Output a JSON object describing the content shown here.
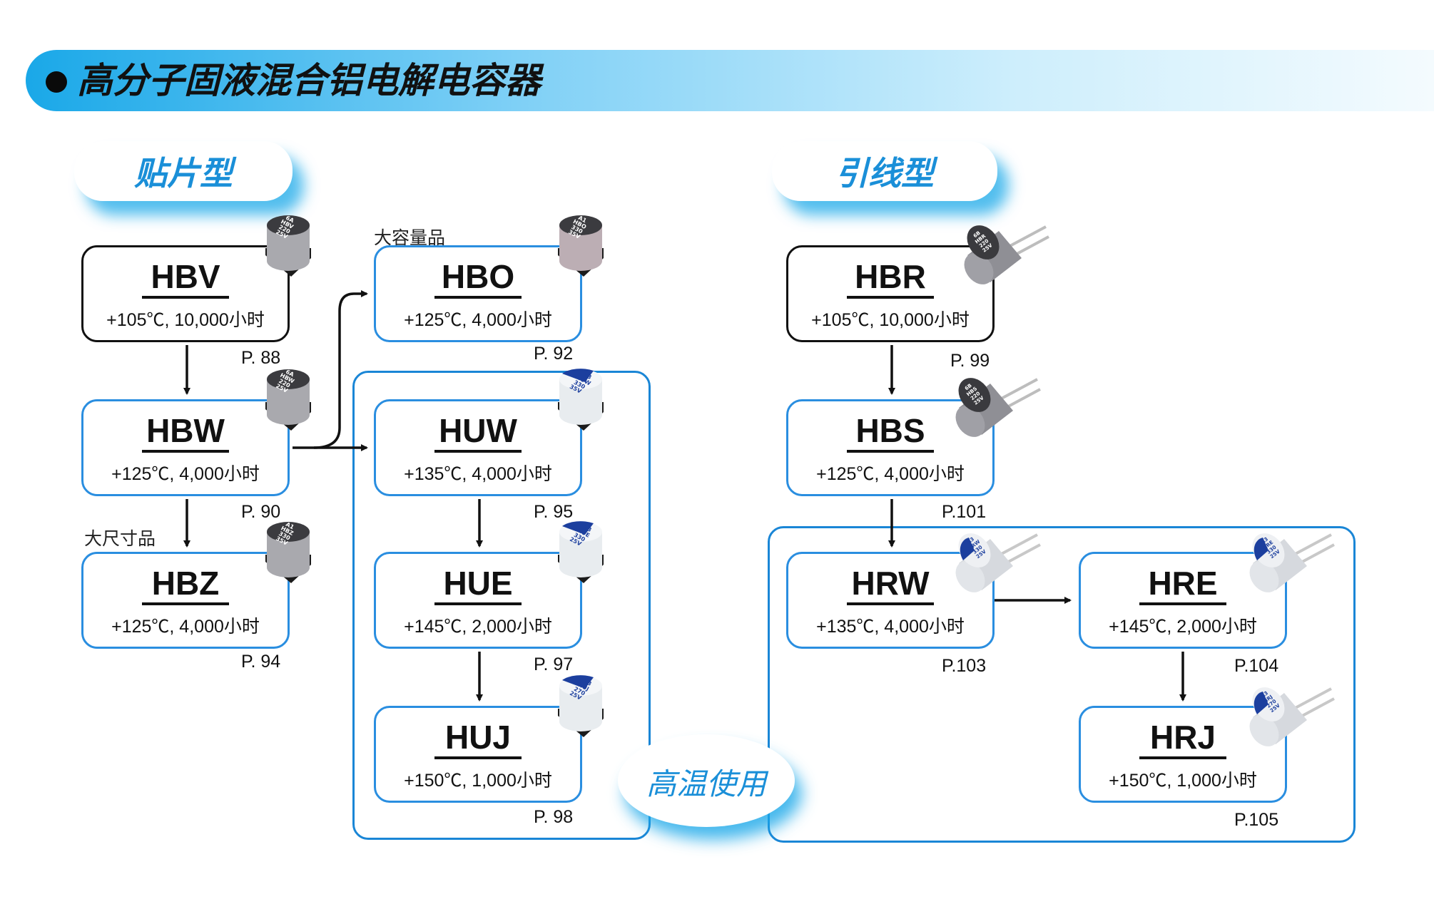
{
  "header": {
    "title": "高分子固液混合铝电解电容器"
  },
  "sections": [
    {
      "label": "贴片型"
    },
    {
      "label": "引线型"
    }
  ],
  "groups": {
    "high_temp_label": "高温使用"
  },
  "notes": {
    "large_capacity": "大容量品",
    "large_size": "大尺寸品"
  },
  "series": {
    "HBV": {
      "code": "HBV",
      "spec": "+105℃, 10,000小时",
      "page": "P. 88",
      "cap_print": [
        "6A",
        "HBV",
        "220",
        "25V"
      ]
    },
    "HBW": {
      "code": "HBW",
      "spec": "+125℃, 4,000小时",
      "page": "P. 90",
      "cap_print": [
        "6A",
        "HBW",
        "220",
        "25V"
      ]
    },
    "HBZ": {
      "code": "HBZ",
      "spec": "+125℃, 4,000小时",
      "page": "P. 94",
      "cap_print": [
        "A1",
        "HBZ",
        "330",
        "35V"
      ]
    },
    "HBO": {
      "code": "HBO",
      "spec": "+125℃, 4,000小时",
      "page": "P. 92",
      "cap_print": [
        "A1",
        "HBO",
        "330",
        "35V"
      ]
    },
    "HUW": {
      "code": "HUW",
      "spec": "+135℃, 4,000小时",
      "page": "P. 95",
      "cap_print": [
        "A3",
        "HUW",
        "330",
        "35V"
      ]
    },
    "HUE": {
      "code": "HUE",
      "spec": "+145℃, 2,000小时",
      "page": "P. 97",
      "cap_print": [
        "A3",
        "HUE",
        "330",
        "25V"
      ]
    },
    "HUJ": {
      "code": "HUJ",
      "spec": "+150℃, 1,000小时",
      "page": "P. 98",
      "cap_print": [
        "A3",
        "HUJ",
        "270",
        "25V"
      ]
    },
    "HBR": {
      "code": "HBR",
      "spec": "+105℃, 10,000小时",
      "page": "P. 99",
      "cap_print": [
        "6B",
        "HBR",
        "220",
        "25V"
      ]
    },
    "HBS": {
      "code": "HBS",
      "spec": "+125℃, 4,000小时",
      "page": "P.101",
      "cap_print": [
        "6B",
        "HBS",
        "220",
        "25V"
      ]
    },
    "HRW": {
      "code": "HRW",
      "spec": "+135℃, 4,000小时",
      "page": "P.103",
      "cap_print": [
        "A3",
        "HRW",
        "330",
        "25V"
      ]
    },
    "HRE": {
      "code": "HRE",
      "spec": "+145℃, 2,000小时",
      "page": "P.104",
      "cap_print": [
        "A3",
        "HRE",
        "330",
        "25V"
      ]
    },
    "HRJ": {
      "code": "HRJ",
      "spec": "+150℃, 1,000小时",
      "page": "P.105",
      "cap_print": [
        "A3",
        "HRJ",
        "270",
        "25V"
      ]
    }
  },
  "colors": {
    "accent": "#1a8fd8",
    "frame": "#1a86d6",
    "card_border": "#2a8ee0",
    "dark_border": "#111111",
    "cap_blue": "#1c3f9e"
  },
  "flow": [
    [
      "HBV",
      "HBW"
    ],
    [
      "HBW",
      "HBZ"
    ],
    [
      "HBW",
      "HBO"
    ],
    [
      "HBW",
      "HUW"
    ],
    [
      "HUW",
      "HUE"
    ],
    [
      "HUE",
      "HUJ"
    ],
    [
      "HBR",
      "HBS"
    ],
    [
      "HBS",
      "HRW"
    ],
    [
      "HRW",
      "HRE"
    ],
    [
      "HRE",
      "HRJ"
    ]
  ]
}
